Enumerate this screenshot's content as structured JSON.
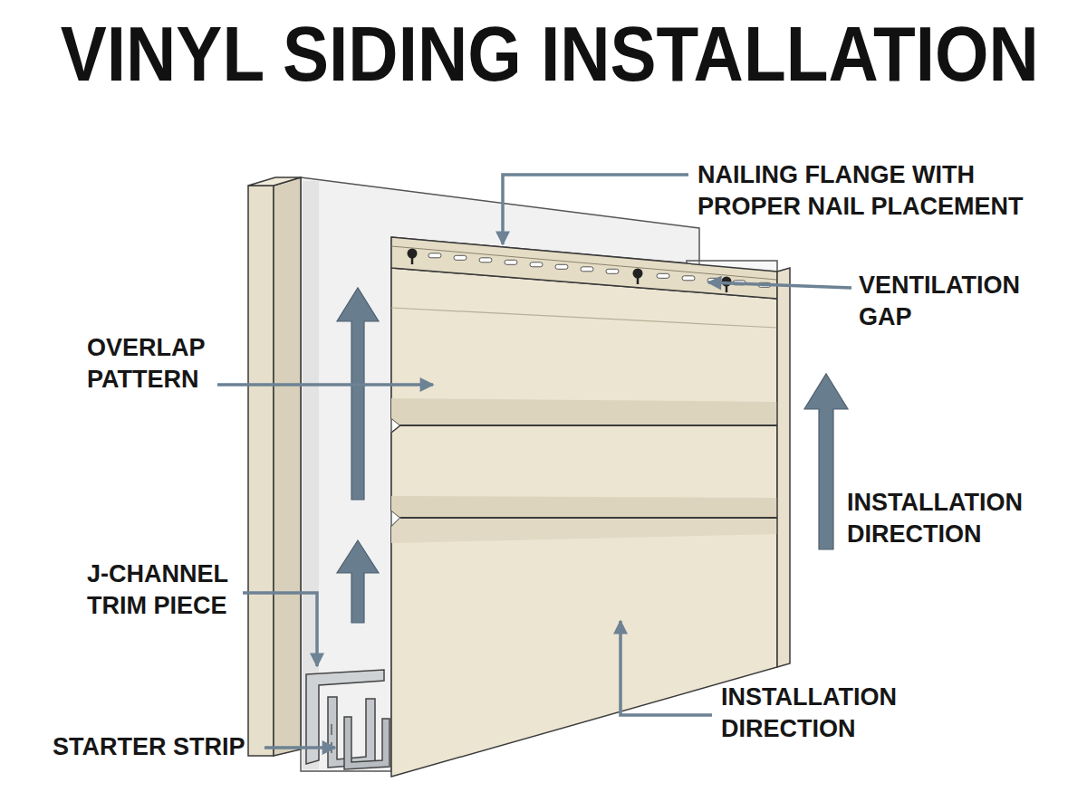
{
  "diagram": {
    "title": "VINYL SIDING INSTALLATION",
    "labels": [
      "NAILING FLANGE WITH PROPER NAIL PLACEMENT",
      "VENTILATION GAP",
      "OVERLAP PATTERN",
      "INSTALLATION DIRECTION",
      "J-CHANNEL TRIM PIECE",
      "INSTALLATION DIRECTION",
      "STARTER STRIP"
    ]
  }
}
